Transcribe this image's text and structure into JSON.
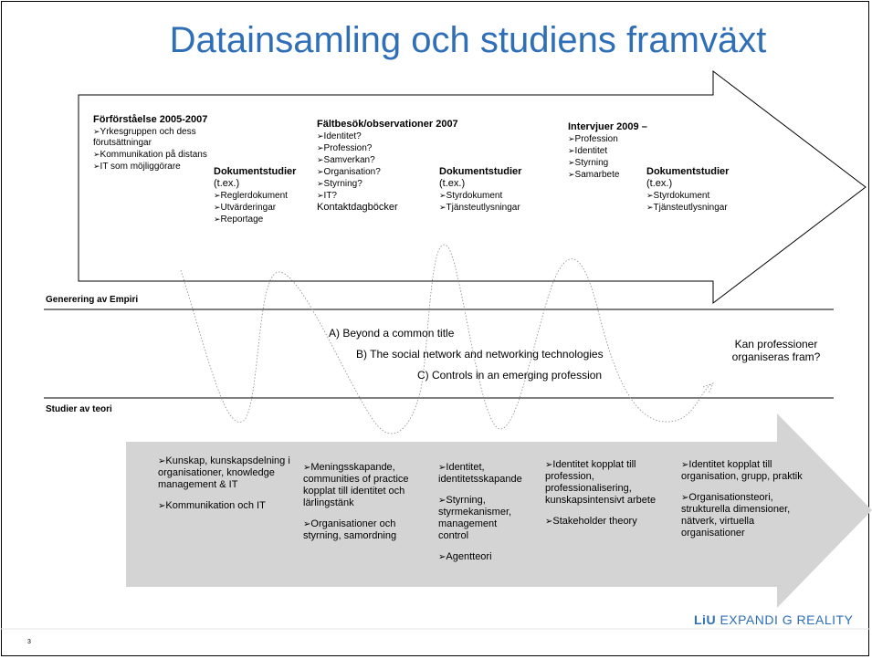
{
  "title": "Datainsamling och studiens framväxt",
  "top_blocks": [
    {
      "heading": "Förförståelse 2005-2007",
      "items": [
        "Yrkesgruppen och dess förutsättningar",
        "Kommunikation på distans",
        "IT som möjliggörare"
      ]
    },
    {
      "heading": "Dokumentstudier",
      "sub": "(t.ex.)",
      "items": [
        "Reglerdokument",
        "Utvärderingar",
        "Reportage"
      ]
    },
    {
      "heading": "Fältbesök/observationer 2007",
      "items": [
        "Identitet?",
        "Profession?",
        "Samverkan?",
        "Organisation?",
        "Styrning?",
        "IT?"
      ],
      "extra": "Kontaktdagböcker"
    },
    {
      "heading": "Dokumentstudier",
      "sub": "(t.ex.)",
      "items": [
        "Styrdokument",
        "Tjänsteutlysningar"
      ]
    },
    {
      "heading": "Intervjuer 2009 –",
      "items": [
        "Profession",
        "Identitet",
        "Styrning",
        "Samarbete"
      ]
    },
    {
      "heading": "Dokumentstudier",
      "sub": "(t.ex.)",
      "items": [
        "Styrdokument",
        "Tjänsteutlysningar"
      ]
    }
  ],
  "bands": {
    "empiri": "Generering av Empiri",
    "teori": "Studier av teori"
  },
  "papers": [
    "A) Beyond a common title",
    "B) The social network and networking technologies",
    "C) Controls in an emerging profession"
  ],
  "question": "Kan professioner organiseras fram?",
  "theory_columns": [
    [
      "Kunskap, kunskapsdelning i organisationer, knowledge management & IT",
      "Kommunikation och IT"
    ],
    [
      "Meningsskapande, communities of practice kopplat till identitet och lärlingstänk",
      "Organisationer och styrning, samordning"
    ],
    [
      "Identitet, identitetsskapande",
      "Styrning, styrmekanismer, management control",
      "Agentteori"
    ],
    [
      "Identitet kopplat till profession, professionalisering, kunskapsintensivt arbete",
      "Stakeholder theory"
    ],
    [
      "Identitet kopplat till organisation, grupp, praktik",
      "Organisationsteori, strukturella dimensioner, nätverk, virtuella organisationer"
    ]
  ],
  "logo": {
    "liu": "LiU",
    "rest": "EXPANDI  G REALITY"
  },
  "page_number": "3",
  "colors": {
    "title": "#2e6fb7",
    "theory_arrow": "#d4d4d4"
  }
}
